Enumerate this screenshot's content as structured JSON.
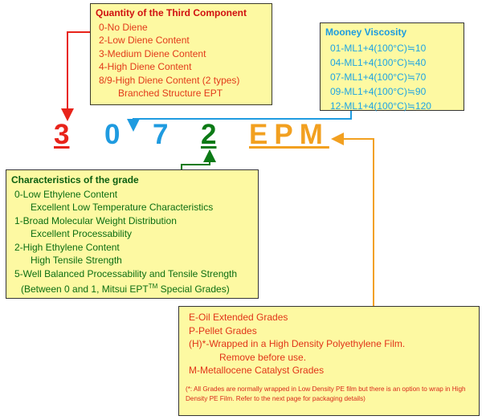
{
  "code": {
    "digit1": "3",
    "digit2": "0",
    "digit3": "7",
    "digit4": "2",
    "suffix": "EPM"
  },
  "third_component": {
    "title": "Quantity of the Third Component",
    "items": [
      "0-No Diene",
      "2-Low Diene Content",
      "3-Medium Diene Content",
      "4-High Diene Content",
      "8/9-High Diene Content (2 types)"
    ],
    "extra": "Branched Structure EPT"
  },
  "mooney": {
    "title": "Mooney Viscosity",
    "items": [
      "01-ML1+4(100°C)≒10",
      "04-ML1+4(100°C)≒40",
      "07-ML1+4(100°C)≒70",
      "09-ML1+4(100°C)≒90",
      "12-ML1+4(100°C)≒120"
    ]
  },
  "characteristics": {
    "title": "Characteristics of the grade",
    "lines": [
      {
        "text": "0-Low Ethylene Content",
        "indent": false
      },
      {
        "text": "Excellent Low Temperature Characteristics",
        "indent": true
      },
      {
        "text": "1-Broad Molecular Weight Distribution",
        "indent": false
      },
      {
        "text": "Excellent Processability",
        "indent": true
      },
      {
        "text": "2-High Ethylene Content",
        "indent": false
      },
      {
        "text": "High Tensile Strength",
        "indent": true
      },
      {
        "text": "5-Well Balanced Processability and Tensile Strength",
        "indent": false
      }
    ],
    "special_pre": "(Between 0 and 1, Mitsui EPT",
    "special_tm": "TM",
    "special_post": " Special Grades)"
  },
  "grades": {
    "lines": [
      "E-Oil Extended Grades",
      "P-Pellet Grades",
      "(H)*-Wrapped in a High Density Polyethylene Film."
    ],
    "h_cont": "Remove before use.",
    "m_line": "M-Metallocene Catalyst Grades",
    "note": "(*: All Grades are normally wrapped in Low Density PE film but there is an option to wrap in High Density PE Film. Refer to the next page for packaging details)"
  },
  "colors": {
    "red": "#e8231a",
    "blue": "#1f9be0",
    "green": "#0c7a16",
    "orange": "#f2a020",
    "box_fill": "#fdf9a2"
  }
}
